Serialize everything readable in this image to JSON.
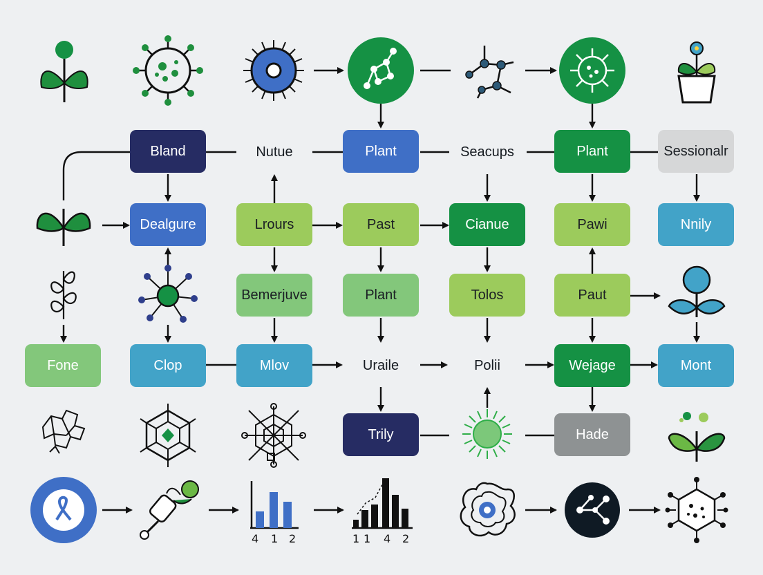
{
  "nodes": {
    "bland": "Bland",
    "nutue": "Nutue",
    "plant_top": "Plant",
    "seacups": "Seacups",
    "plant_top2": "Plant",
    "sessionalr": "Sessionalr",
    "dealgure": "Dealgure",
    "lrours": "Lrours",
    "past": "Past",
    "cianue": "Cianue",
    "pawi": "Pawi",
    "nnily": "Nnily",
    "bemerjuve": "Bemerjuve",
    "plant_mid": "Plant",
    "tolos": "Tolos",
    "paut": "Paut",
    "fone": "Fone",
    "clop": "Clop",
    "mlov": "Mlov",
    "uraile": "Uraile",
    "polii": "Polii",
    "wejage": "Wejage",
    "mont": "Mont",
    "trily": "Trily",
    "hade": "Hade"
  },
  "charts": {
    "chart1_ticks": [
      "4",
      "1",
      "2"
    ],
    "chart2_ticks": [
      "1",
      "1",
      "4",
      "2"
    ]
  },
  "colors": {
    "navy": "#262c63",
    "blue": "#3f6fc6",
    "green": "#159144",
    "lime": "#9ccb5c",
    "light_green": "#83c77b",
    "teal": "#42a3c8",
    "gray": "#d6d7d8",
    "dark_gray": "#8e9293"
  },
  "icons": [
    "sprout-icon",
    "virus-icon",
    "cell-icon",
    "molecule-circle-icon",
    "molecule-icon",
    "virus-circle-icon",
    "potted-plant-icon",
    "sprout-icon",
    "leaf-branch-icon",
    "network-node-icon",
    "flower-icon",
    "fragment-icon",
    "hex-crystal-icon",
    "hex-network-icon",
    "sun-cell-icon",
    "seedling-icon",
    "dna-badge-icon",
    "pipette-icon",
    "bar-chart-icon",
    "bar-chart-icon",
    "amoeba-cell-icon",
    "network-circle-icon",
    "hex-virus-icon"
  ]
}
